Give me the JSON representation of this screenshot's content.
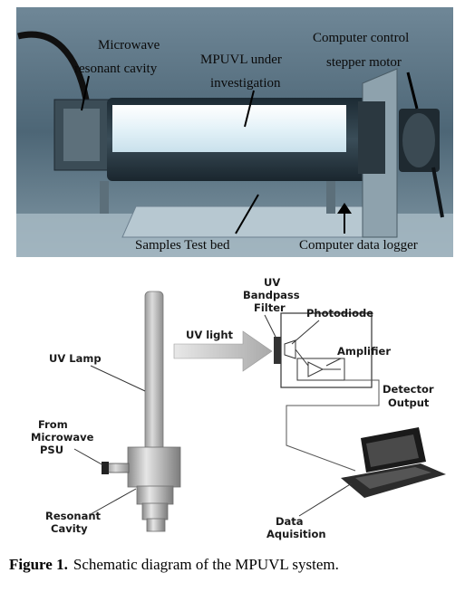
{
  "photo": {
    "labels": {
      "microwave_cavity_line1": "Microwave",
      "microwave_cavity_line2": "resonant cavity",
      "mpuvl_line1": "MPUVL under",
      "mpuvl_line2": "investigation",
      "stepper_line1": "Computer control",
      "stepper_line2": "stepper motor",
      "samples_bed": "Samples Test bed",
      "data_logger": "Computer data logger"
    }
  },
  "schematic": {
    "labels": {
      "uv_bandpass_line1": "UV",
      "uv_bandpass_line2": "Bandpass",
      "uv_bandpass_line3": "Filter",
      "photodiode": "Photodiode",
      "uv_light": "UV light",
      "amplifier": "Amplifier",
      "uv_lamp": "UV Lamp",
      "detector_line1": "Detector",
      "detector_line2": "Output",
      "from_microwave_line1": "From",
      "from_microwave_line2": "Microwave",
      "from_microwave_line3": "PSU",
      "resonant_line1": "Resonant",
      "resonant_line2": "Cavity",
      "data_line1": "Data",
      "data_line2": "Aquisition"
    }
  },
  "caption": {
    "label": "Figure 1.",
    "text": "Schematic diagram of the MPUVL system."
  },
  "colors": {
    "photo_bg": "#4f6878",
    "lamp_glow": "#e4f2f8",
    "arrow_fill": "#c7c7c7"
  }
}
